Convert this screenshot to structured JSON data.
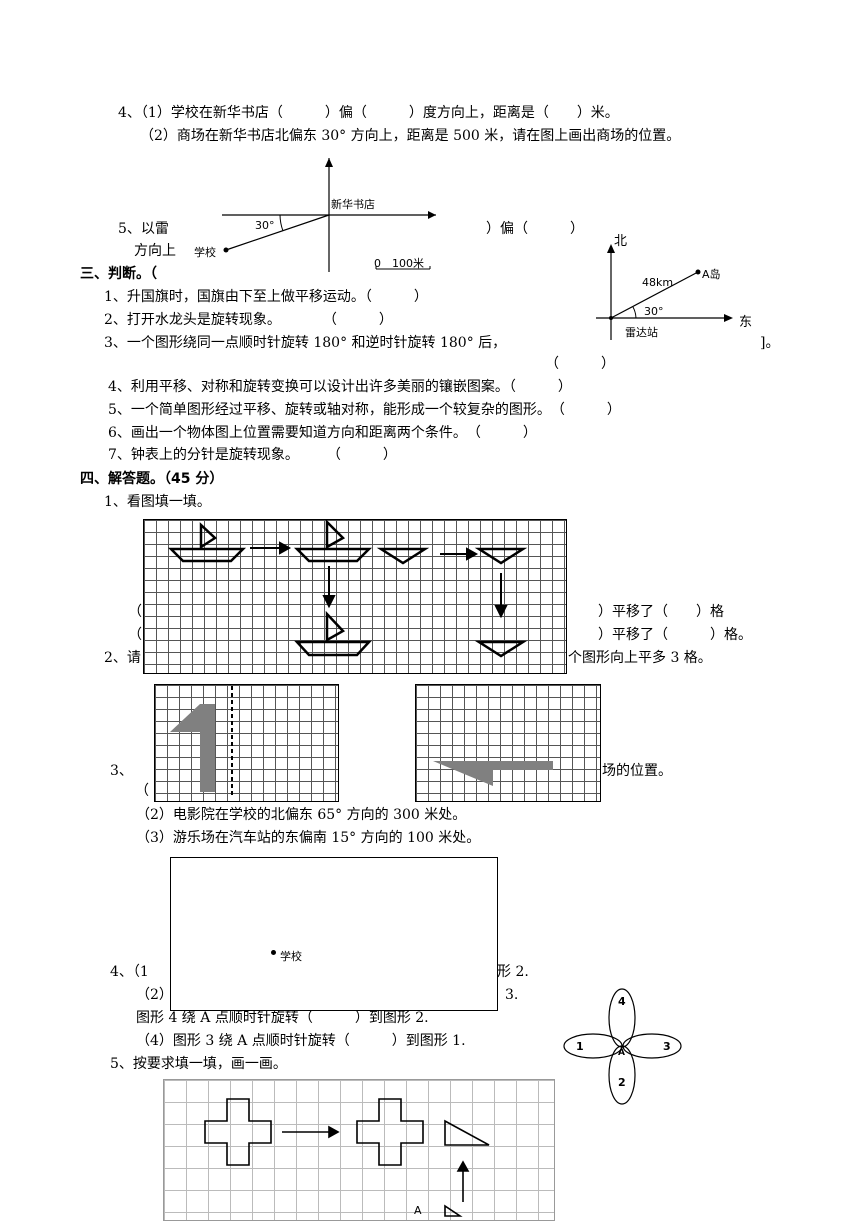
{
  "q4": {
    "p1": "4、（1）学校在新华书店（　　　）偏（　　　）度方向上，距离是（　　）米。",
    "p2": "（2）商场在新华书店北偏东 30° 方向上，距离是 500 米，请在图上画出商场的位置。",
    "map_label_store": "新华书店",
    "map_label_school": "学校",
    "map_angle": "30°",
    "map_scale": "0　100米"
  },
  "q5": {
    "line1a": "5、以雷",
    "line1b": "）偏（　　　）",
    "line2": "方向上",
    "radar_north": "北",
    "radar_east": "东",
    "radar_island": "A岛",
    "radar_dist": "48km",
    "radar_angle": "30°",
    "radar_station": "雷达站"
  },
  "sec3": {
    "title": "三、判断。（",
    "items": [
      "1、升国旗时，国旗由下至上做平移运动。（　　　）",
      "2、打开水龙头是旋转现象。　　　　（　　　）",
      "3、一个图形绕同一点顺时针旋转 180° 和逆时针旋转 180° 后，",
      "4、利用平移、对称和旋转变换可以设计出许多美丽的镶嵌图案。（　　　）",
      "5、一个简单图形经过平移、旋转或轴对称，能形成一个较复杂的图形。　（　　　）",
      "6、画出一个物体图上位置需要知道方向和距离两个条件。　（　　　）",
      "7、钟表上的分针是旋转现象。　　　（　　　）"
    ],
    "item3_end": "]。",
    "item3_paren": "（　　　）"
  },
  "sec4": {
    "title": "四、解答题。（45 分）",
    "q1": "1、看图填一填。",
    "q1_line1_left": "（",
    "q1_line1_right": "）平移了（　　）格",
    "q1_line2_left": "（",
    "q1_line2_right": "）平移了（　　　）格。",
    "q2_left": "2、请",
    "q2_right": "个图形向上平多 3 格。",
    "q3_left": "3、",
    "q3_left2": "（",
    "q3_right": "场的位置。",
    "q3_p2": "（2）电影院在学校的北偏东 65° 方向的 300 米处。",
    "q3_p3": "（3）游乐场在汽车站的东偏南 15° 方向的 100 米处。",
    "q3_school": "学校",
    "q4_l1a": "4、（1",
    "q4_l1b": "形 2.",
    "q4_l2a": "（2）",
    "q4_l2b": "3.",
    "q4_l3": "图形 4 绕 A 点顺时针旋转（　　　）到图形 2.",
    "q4_l4": "（4）图形 3 绕 A 点顺时针旋转（　　　）到图形 1.",
    "petal_labels": [
      "4",
      "1",
      "3",
      "2",
      "A"
    ],
    "q5": "5、按要求填一填，画一画。",
    "q5_a": "A"
  }
}
